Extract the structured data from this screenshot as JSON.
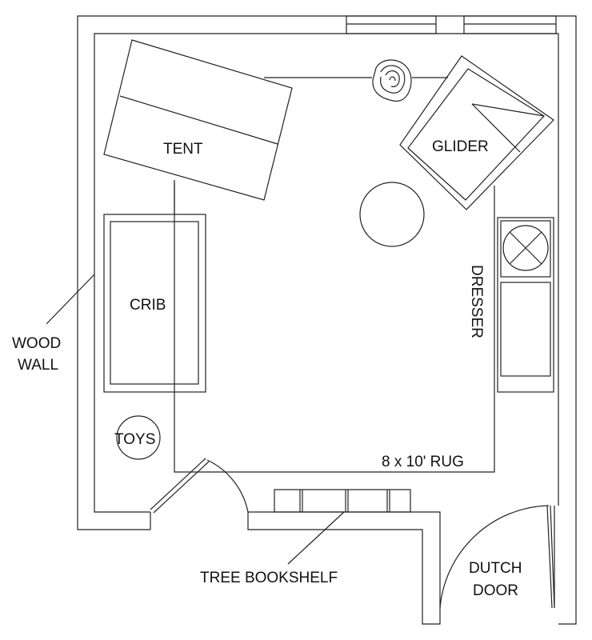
{
  "title": "Nursery floor plan",
  "labels": {
    "tent": "TENT",
    "glider": "GLIDER",
    "crib": "CRIB",
    "toys": "TOYS",
    "dresser": "DRESSER",
    "rug": "8 x 10' RUG",
    "wood_wall_1": "WOOD",
    "wood_wall_2": "WALL",
    "bookshelf": "TREE BOOKSHELF",
    "dutch_door_1": "DUTCH",
    "dutch_door_2": "DOOR"
  },
  "colors": {
    "line": "#222222",
    "text": "#111111",
    "background": "#ffffff"
  }
}
